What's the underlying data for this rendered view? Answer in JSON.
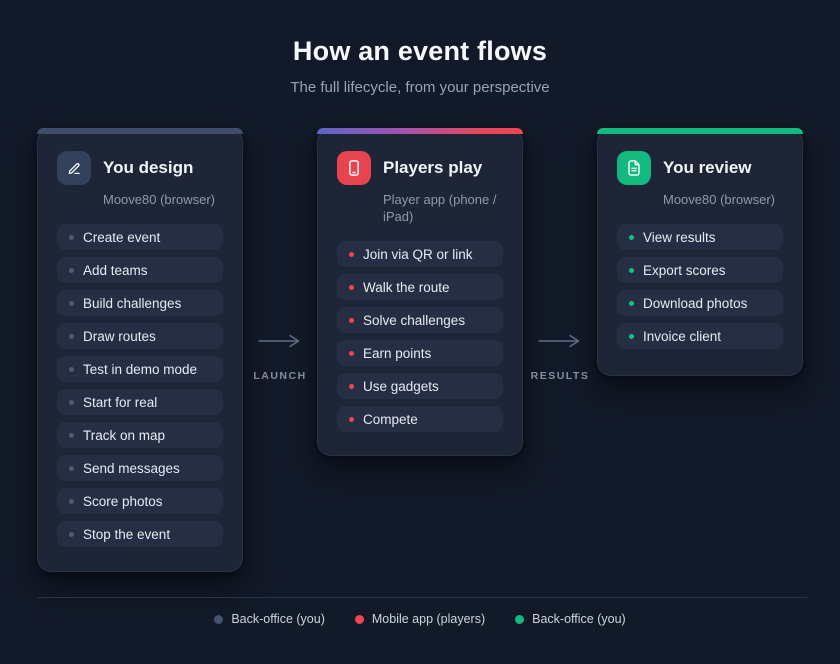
{
  "header": {
    "title": "How an event flows",
    "subtitle": "The full lifecycle, from your perspective"
  },
  "cards": [
    {
      "id": "design",
      "title": "You design",
      "subtitle": "Moove80 (browser)",
      "icon": "pencil-icon",
      "icon_bg": "#33415c",
      "accent": "#3e4d6b",
      "bullet_color": "#4d5b76",
      "items": [
        "Create event",
        "Add teams",
        "Build challenges",
        "Draw routes",
        "Test in demo mode",
        "Start for real",
        "Track on map",
        "Send messages",
        "Score photos",
        "Stop the event"
      ]
    },
    {
      "id": "play",
      "title": "Players play",
      "subtitle": "Player app (phone / iPad)",
      "icon": "phone-icon",
      "icon_bg": "#e8434f",
      "accent": "linear-gradient(90deg, #5b66c9 0%, #a253b0 40%, #e4485c 80%, #ef4450 100%)",
      "bullet_color": "#ef4553",
      "items": [
        "Join via QR or link",
        "Walk the route",
        "Solve challenges",
        "Earn points",
        "Use gadgets",
        "Compete"
      ]
    },
    {
      "id": "review",
      "title": "You review",
      "subtitle": "Moove80 (browser)",
      "icon": "document-icon",
      "icon_bg": "#13b97f",
      "accent": "#13b97f",
      "bullet_color": "#13c287",
      "items": [
        "View results",
        "Export scores",
        "Download photos",
        "Invoice client"
      ]
    }
  ],
  "connectors": [
    {
      "label": "LAUNCH",
      "icon": "arrow-right-icon"
    },
    {
      "label": "RESULTS",
      "icon": "arrow-right-icon"
    }
  ],
  "legend": [
    {
      "label": "Back-office (you)",
      "color": "#46536e"
    },
    {
      "label": "Mobile app (players)",
      "color": "#ef4553"
    },
    {
      "label": "Back-office (you)",
      "color": "#13b97f"
    }
  ]
}
